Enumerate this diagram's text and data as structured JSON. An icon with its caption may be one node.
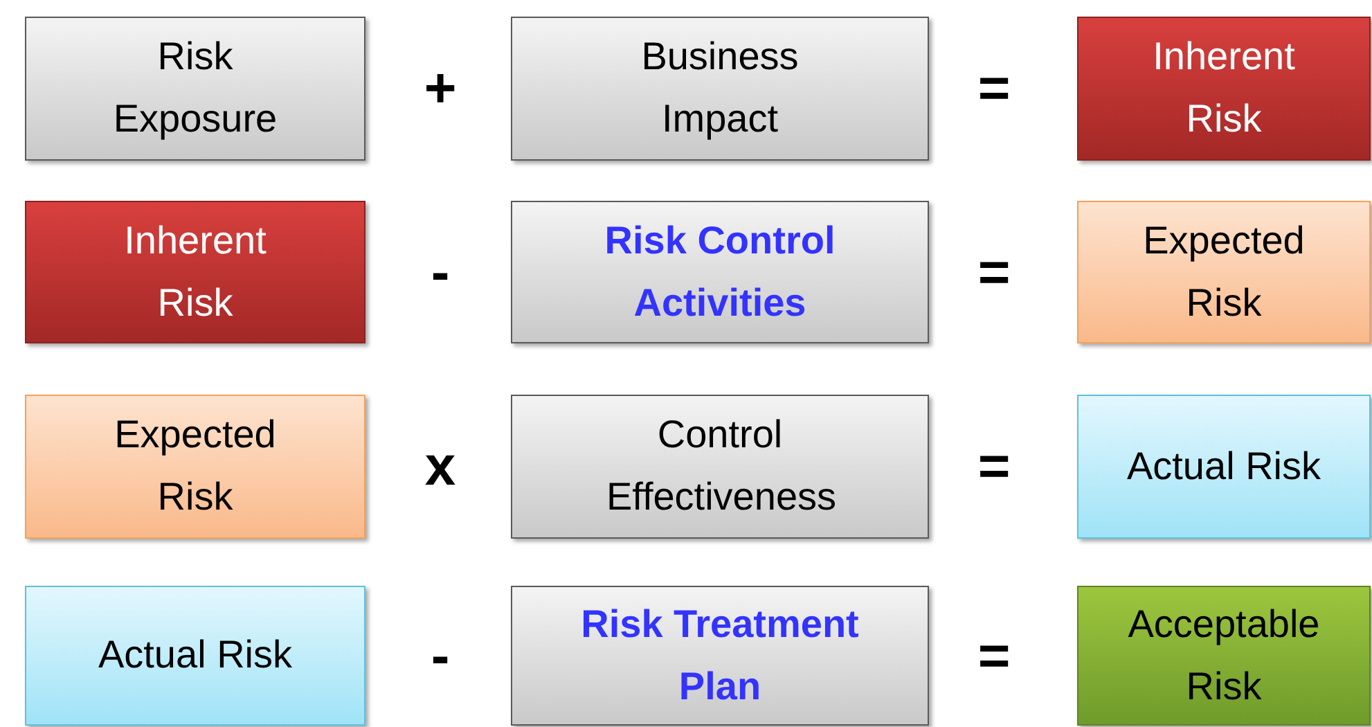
{
  "diagram": {
    "nodes": [
      {
        "text": [
          "Risk Exposure"
        ]
      },
      {
        "text": [
          "Business Impact"
        ]
      },
      {
        "text": [
          "Inherent Risk"
        ]
      },
      {
        "text": [
          "Inherent Risk"
        ]
      },
      {
        "text": [
          "Risk Control Activities"
        ]
      },
      {
        "text": [
          "Expected Risk"
        ]
      },
      {
        "text": [
          "Expected Risk"
        ]
      },
      {
        "text": [
          "Control Effectiveness"
        ]
      },
      {
        "text": [
          "Actual Risk"
        ]
      },
      {
        "text": [
          "Actual Risk"
        ]
      },
      {
        "text": [
          "Risk Treatment Plan"
        ]
      },
      {
        "text": [
          "Acceptable Risk"
        ]
      }
    ],
    "labels": [
      "+",
      "=",
      "-",
      "=",
      "x",
      "=",
      "-",
      "="
    ]
  }
}
